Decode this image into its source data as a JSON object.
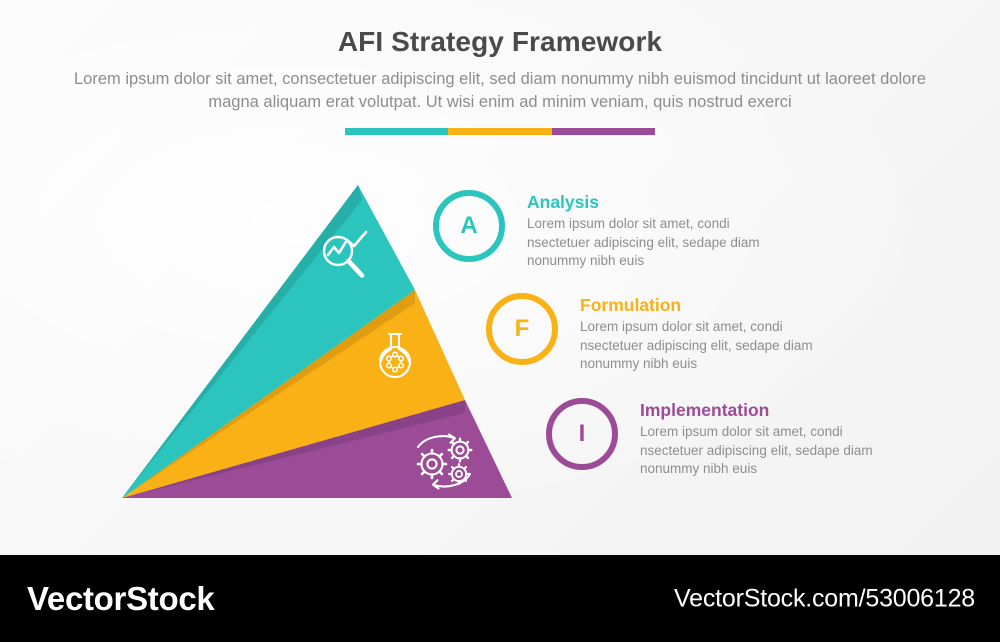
{
  "header": {
    "title": "AFI Strategy Framework",
    "subtitle": "Lorem ipsum dolor sit amet, consectetuer adipiscing elit, sed diam nonummy nibh euismod tincidunt ut laoreet dolore magna aliquam erat volutpat. Ut wisi enim ad minim veniam, quis nostrud exerci"
  },
  "colors": {
    "teal": "#2CC5BD",
    "teal_dark": "#26AFA8",
    "yellow": "#F9B115",
    "yellow_dark": "#E09D0F",
    "purple": "#9C4C97",
    "purple_dark": "#8A4287",
    "title": "#4a4a4a",
    "body_text": "#8e8e8e",
    "background": "#f7f7f7",
    "footer_background": "#000000"
  },
  "divider": {
    "segments": [
      "teal",
      "yellow",
      "purple"
    ]
  },
  "pyramid": {
    "shape": "triangle",
    "layers": [
      {
        "key": "analysis",
        "letter": "A",
        "color": "#2CC5BD",
        "shadow_color": "#26AFA8",
        "icon": "magnifier-chart-icon"
      },
      {
        "key": "formulation",
        "letter": "F",
        "color": "#F9B115",
        "shadow_color": "#E09D0F",
        "icon": "flask-molecule-icon"
      },
      {
        "key": "implementation",
        "letter": "I",
        "color": "#9C4C97",
        "shadow_color": "#8A4287",
        "icon": "gears-process-icon"
      }
    ]
  },
  "items": [
    {
      "letter": "A",
      "heading": "Analysis",
      "description": "Lorem ipsum dolor sit amet, condi nsectetuer adipiscing elit, sedape diam nonummy nibh euis",
      "color": "#2CC5BD"
    },
    {
      "letter": "F",
      "heading": "Formulation",
      "description": "Lorem ipsum dolor sit amet, condi nsectetuer adipiscing elit, sedape diam nonummy nibh euis",
      "color": "#F9B115"
    },
    {
      "letter": "I",
      "heading": "Implementation",
      "description": "Lorem ipsum dolor sit amet, condi nsectetuer adipiscing elit, sedape diam nonummy nibh euis",
      "color": "#9C4C97"
    }
  ],
  "footer": {
    "brand": "VectorStock",
    "url": "VectorStock.com/53006128"
  }
}
